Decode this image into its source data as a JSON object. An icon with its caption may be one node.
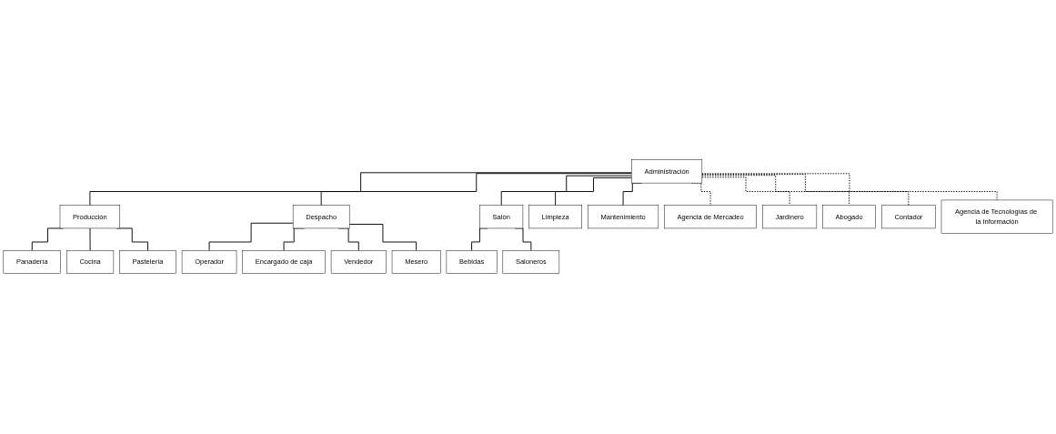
{
  "diagram": {
    "nodes": [
      {
        "text": [
          "Administración"
        ]
      },
      {
        "text": [
          "Producción"
        ]
      },
      {
        "text": [
          "Panadería"
        ]
      },
      {
        "text": [
          "Cocina"
        ]
      },
      {
        "text": [
          "Pastelería"
        ]
      },
      {
        "text": [
          "Despacho"
        ]
      },
      {
        "text": [
          "Operador"
        ]
      },
      {
        "text": [
          "Encargado de caja"
        ]
      },
      {
        "text": [
          "Vendedor"
        ]
      },
      {
        "text": [
          "Mesero"
        ]
      },
      {
        "text": [
          "Salón"
        ]
      },
      {
        "text": [
          "Bebidas"
        ]
      },
      {
        "text": [
          "Saloneros"
        ]
      },
      {
        "text": [
          "Limpieza"
        ]
      },
      {
        "text": [
          "Mantenimiento"
        ]
      },
      {
        "text": [
          "Agencia de Mercadeo"
        ]
      },
      {
        "text": [
          "Jardinero"
        ]
      },
      {
        "text": [
          "Abogado"
        ]
      },
      {
        "text": [
          "Contador"
        ]
      },
      {
        "text": [
          "Agencia de Tecnologías de la Información"
        ]
      }
    ],
    "edges": [
      {
        "from": 0,
        "to": 1,
        "arrow": "none"
      },
      {
        "from": 0,
        "to": 5,
        "arrow": "none"
      },
      {
        "from": 0,
        "to": 10,
        "arrow": "none"
      },
      {
        "from": 0,
        "to": 13,
        "arrow": "none"
      },
      {
        "from": 0,
        "to": 14,
        "arrow": "none"
      },
      {
        "from": 1,
        "to": 2,
        "arrow": "none"
      },
      {
        "from": 1,
        "to": 3,
        "arrow": "none"
      },
      {
        "from": 1,
        "to": 4,
        "arrow": "none"
      },
      {
        "from": 5,
        "to": 6,
        "arrow": "none"
      },
      {
        "from": 5,
        "to": 7,
        "arrow": "none"
      },
      {
        "from": 5,
        "to": 8,
        "arrow": "none"
      },
      {
        "from": 5,
        "to": 9,
        "arrow": "none"
      },
      {
        "from": 10,
        "to": 11,
        "arrow": "none"
      },
      {
        "from": 10,
        "to": 12,
        "arrow": "none"
      },
      {
        "from": 0,
        "to": 15,
        "arrow": "none",
        "style": "dashed"
      },
      {
        "from": 0,
        "to": 16,
        "arrow": "none",
        "style": "dashed"
      },
      {
        "from": 0,
        "to": 17,
        "arrow": "none",
        "style": "dashed"
      },
      {
        "from": 0,
        "to": 18,
        "arrow": "none",
        "style": "dashed"
      },
      {
        "from": 0,
        "to": 19,
        "arrow": "none",
        "style": "dashed"
      }
    ]
  }
}
